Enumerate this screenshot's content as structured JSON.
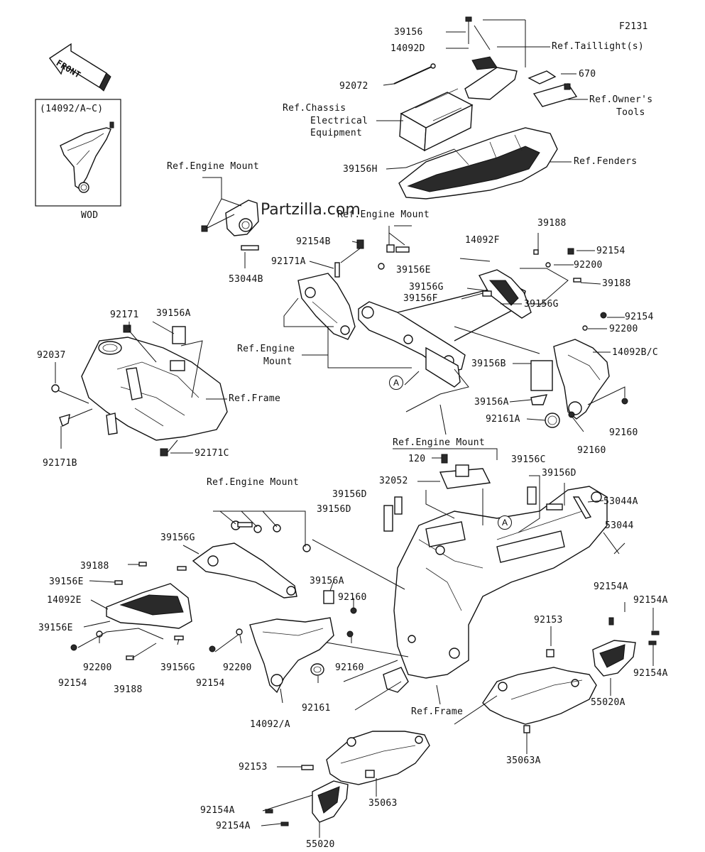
{
  "diagram": {
    "code": "F2131",
    "watermark": "Partzilla.com",
    "front_label": "FRONT",
    "inset": {
      "title": "(14092/A~C)",
      "caption": "WOD"
    },
    "callout_a": "A",
    "labels": {
      "l01": "39156",
      "l02": "14092D",
      "l03": "Ref.Taillight(s)",
      "l04": "92072",
      "l05": "670",
      "l06": "Ref.Chassis",
      "l07": "Electrical",
      "l08": "Equipment",
      "l09": "Ref.Owner's",
      "l10": "Tools",
      "l11": "39156H",
      "l12": "Ref.Fenders",
      "l13": "Ref.Engine Mount",
      "l14": "Ref.Engine Mount",
      "l15": "92154B",
      "l16": "92171A",
      "l17": "53044B",
      "l18": "39188",
      "l19": "14092F",
      "l20": "92154",
      "l21": "92200",
      "l22": "39156E",
      "l23": "39188",
      "l24": "39156G",
      "l25": "39156F",
      "l26": "39156G",
      "l27": "92154",
      "l28": "92200",
      "l29": "14092B/C",
      "l30": "92171",
      "l31": "39156A",
      "l32": "92037",
      "l33": "Ref.Frame",
      "l34": "92171B",
      "l35": "92171C",
      "l36": "Ref.Engine",
      "l37": "Mount",
      "l38": "39156B",
      "l39": "39156A",
      "l40": "92161A",
      "l41": "92160",
      "l42": "92160",
      "l43": "Ref.Engine Mount",
      "l44": "120",
      "l45": "39156C",
      "l46": "39156D",
      "l47": "32052",
      "l48": "39156D",
      "l49": "39156D",
      "l50": "53044A",
      "l51": "53044",
      "l52": "Ref.Engine Mount",
      "l53": "39156G",
      "l54": "39188",
      "l55": "39156E",
      "l56": "14092E",
      "l57": "39156E",
      "l58": "39156A",
      "l59": "92160",
      "l60": "92154A",
      "l61": "92154A",
      "l62": "92153",
      "l63": "92154A",
      "l64": "92154",
      "l65": "92200",
      "l66": "39156G",
      "l67": "39188",
      "l68": "92154",
      "l69": "92200",
      "l70": "92160",
      "l71": "92161",
      "l72": "14092/A",
      "l73": "Ref.Frame",
      "l74": "55020A",
      "l75": "35063A",
      "l76": "92153",
      "l77": "35063",
      "l78": "92154A",
      "l79": "92154A",
      "l80": "55020"
    }
  }
}
